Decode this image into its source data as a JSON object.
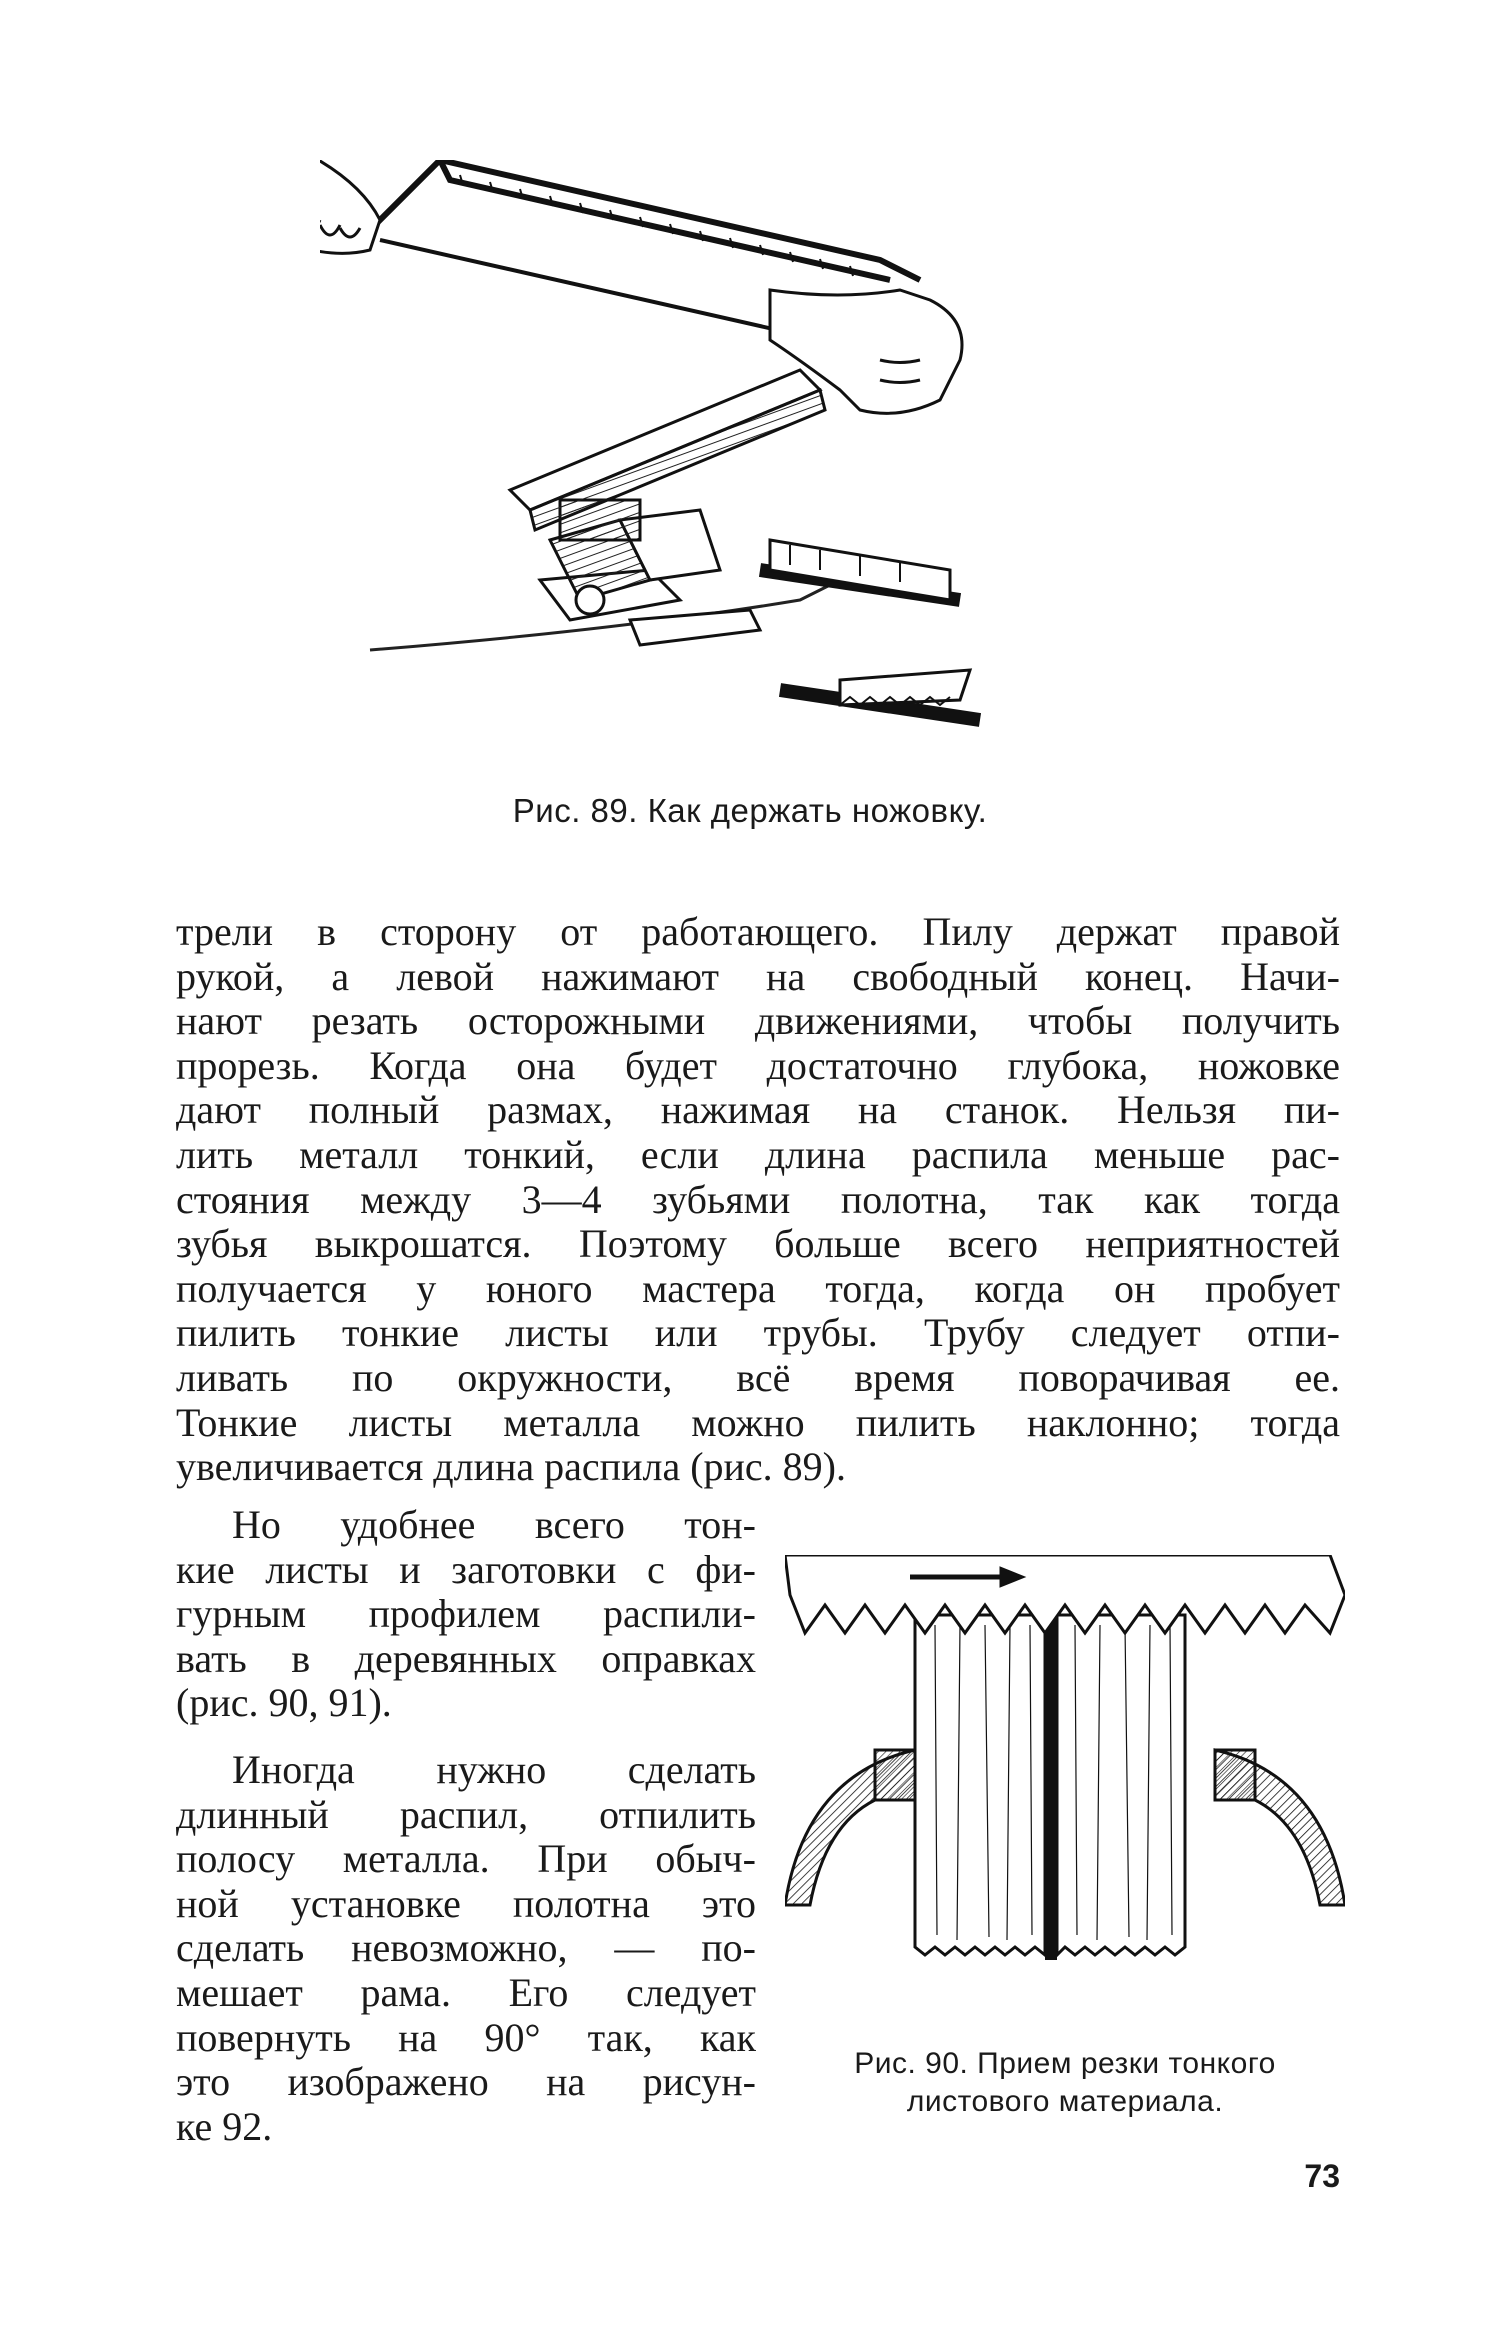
{
  "figure89": {
    "caption": "Рис. 89. Как держать ножовку."
  },
  "main_paragraph": {
    "lines": [
      "трели в сторону от работающего. Пилу держат правой",
      "рукой, а левой нажимают на свободный конец. Начи-",
      "нают резать осторожными движениями, чтобы получить",
      "прорезь. Когда она будет достаточно глубока, ножовке",
      "дают полный размах, нажимая на станок. Нельзя пи-",
      "лить металл тонкий, если длина распила меньше рас-",
      "стояния между 3—4 зубьями полотна, так как тогда",
      "зубья выкрошатся. Поэтому больше всего неприятностей",
      "получается у юного мастера тогда, когда он пробует",
      "пилить тонкие листы или трубы. Трубу следует отпи-",
      "ливать по окружности, всё время поворачивая ее.",
      "Тонкие листы металла можно пилить наклонно; тогда",
      "увеличивается длина распила (рис. 89)."
    ]
  },
  "left_column": {
    "para1": [
      "Но удобнее всего тон-",
      "кие листы и заготовки с фи-",
      "гурным профилем распили-",
      "вать в деревянных оправках",
      "(рис. 90, 91)."
    ],
    "para2": [
      "Иногда нужно сделать",
      "длинный распил, отпилить",
      "полосу металла. При обыч-",
      "ной установке полотна это",
      "сделать невозможно, — по-",
      "мешает рама. Его следует",
      "повернуть на 90° так, как",
      "это изображено на рисун-",
      "ке 92."
    ]
  },
  "figure90": {
    "caption_line1": "Рис. 90. Прием резки тонкого",
    "caption_line2": "листового материала."
  },
  "page_number": "73"
}
